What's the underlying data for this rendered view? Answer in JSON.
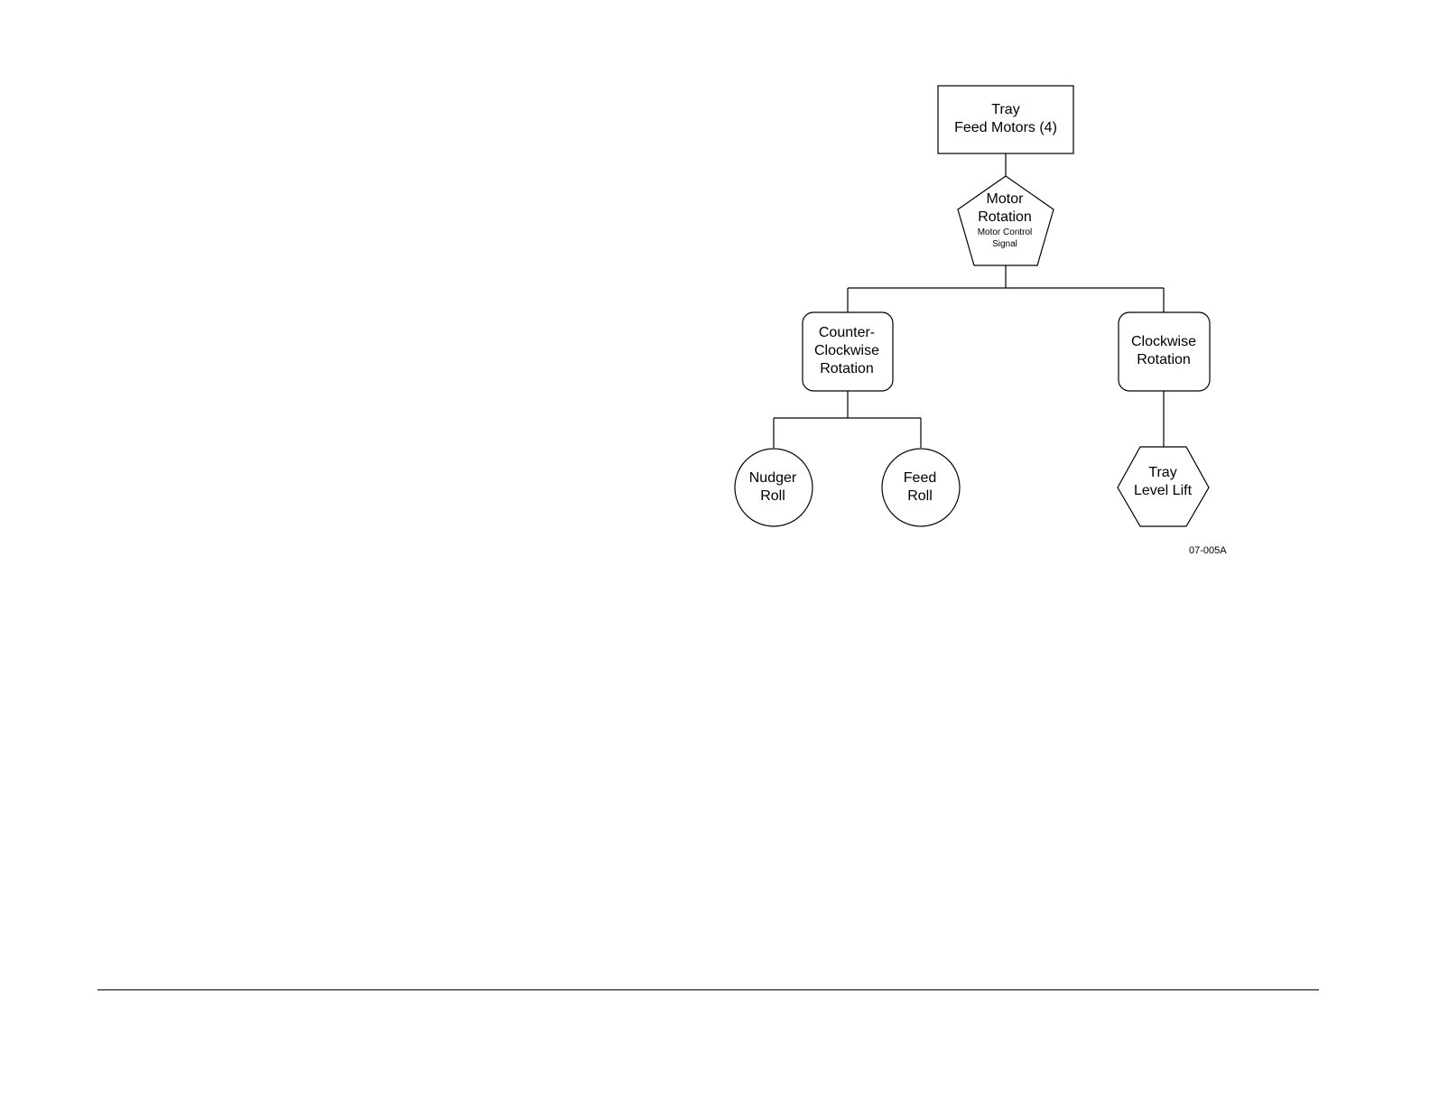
{
  "nodes": {
    "feed_motors": {
      "line1": "Tray",
      "line2": "Feed Motors (4)"
    },
    "motor_rotation": {
      "line1": "Motor",
      "line2": "Rotation",
      "line3": "Motor Control",
      "line4": "Signal"
    },
    "ccw_rotation": {
      "line1": "Counter-",
      "line2": "Clockwise",
      "line3": "Rotation"
    },
    "cw_rotation": {
      "line1": "Clockwise",
      "line2": "Rotation"
    },
    "nudger_roll": {
      "line1": "Nudger",
      "line2": "Roll"
    },
    "feed_roll": {
      "line1": "Feed",
      "line2": "Roll"
    },
    "tray_level_lift": {
      "line1": "Tray",
      "line2": "Level Lift"
    }
  },
  "figure_id": "07-005A"
}
